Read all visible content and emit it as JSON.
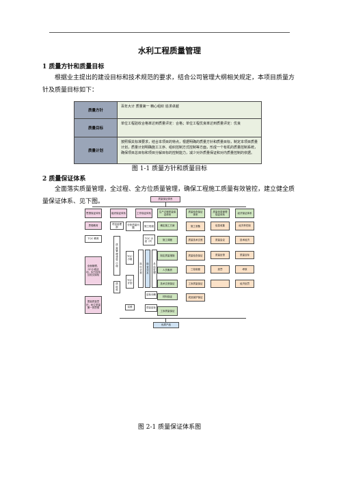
{
  "doc": {
    "title": "水利工程质量管理",
    "s1_heading": "1 质量方针和质量目标",
    "s1_para": "根据业主提出的建设目标和技术规范的要求，结合公司管理大纲相关规定，本项目质量方针及质量目标如下：",
    "fig1_caption": "图 1-1  质量方针和质量目标",
    "s2_heading": "2 质量保证体系",
    "s2_para": "全面落实质量管理，全过程、全方位质量管理，确保工程施工质量有效管控，建立健全质量保证体系、见下图。",
    "fig2_caption": "图 2-1 质量保证体系图"
  },
  "table": [
    {
      "label": "质量方针",
      "content": "百年大计 质量第一 精心组织 追求卓越"
    },
    {
      "label": "质量目标",
      "content": "单位工程验收合格率达到质量评定：合格；单位工程优良率达到质量评定：优良"
    },
    {
      "label": "质量计划",
      "content": "按照相关标准要求，结合本项目的特点，根据明确的质量方针和质量目标，制定本项目质量计划，质量计划明确施工工序、组织控制方式控制等方面，形成一个有机的质量控制系统，确保项目总目标和项目分解目标的控制能力，减少对外质量保证和对内质量控制的依据。"
    }
  ],
  "diagram": {
    "top": "质量保证体系",
    "bottom": "优质产品",
    "columns": [
      "思想保证体系",
      "组织保证体系",
      "工作保证体系",
      "生产过程质量保证体系",
      "质量检查保证体系",
      "质量信息管理保证体系",
      "经济保证体系"
    ],
    "c1": [
      "思想教育",
      "TQC 教育",
      "全面管理，QC小组活动，实行自检互检交接检",
      "提高质量意识，树立质量第一的思想"
    ],
    "c2": [
      "项目经理部",
      "质量管理领导小组",
      "质检科"
    ],
    "c3": [
      "分析质量问题",
      "TQC 小组",
      "TQC 计划",
      "实践"
    ],
    "c4": [
      "施工班组",
      "TQC 计划（P）",
      "执行计划",
      "检查评定",
      "总结处理",
      "目标分解",
      "项目目标"
    ],
    "c5": [
      "确定施工方案",
      "施工调度",
      "制定质量措施",
      "人员素质",
      "技术交底保证",
      "材料保证",
      "工序质量保证"
    ],
    "c6": [
      "施工准备",
      "质量技术交底",
      "质量检查保证",
      "三检制度",
      "工序质量保证",
      "成品保护保证"
    ],
    "c7": [
      "信息收集",
      "质量会议",
      "质量反馈",
      "奖罚"
    ],
    "c8": [
      "经济责任制",
      "技术经济",
      "质量目标",
      "考核",
      "经济处罚"
    ]
  }
}
